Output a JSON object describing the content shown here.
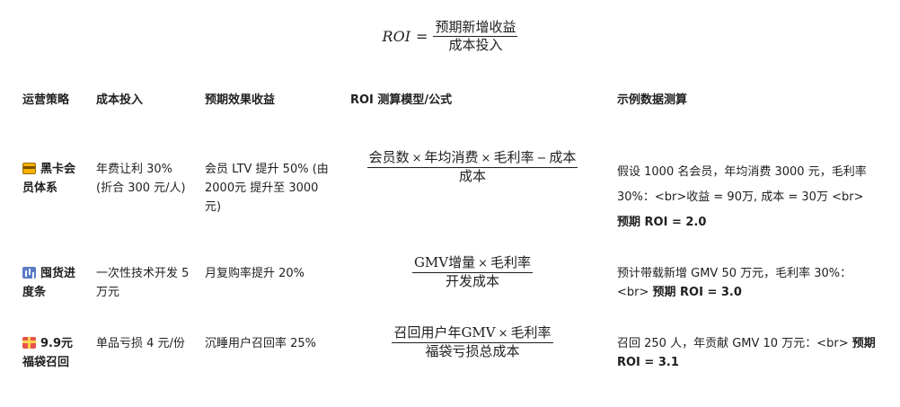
{
  "formula": {
    "lhs": "ROI",
    "eq": "=",
    "numerator": "预期新增收益",
    "denominator": "成本投入"
  },
  "table": {
    "headers": [
      "运营策略",
      "成本投入",
      "预期效果收益",
      "ROI 测算模型/公式",
      "示例数据测算"
    ],
    "rows": [
      {
        "icon": "credit-card-icon",
        "strategy": "黑卡会员体系",
        "cost": "年费让利 30% (折合 300 元/人)",
        "effect": "会员 LTV 提升 50% (由 2000元 提升至 3000元)",
        "formula_num": [
          "会员数",
          "×",
          "年均消费",
          "×",
          "毛利率",
          "−",
          "成本"
        ],
        "formula_den": "成本",
        "example_text": "假设 1000 名会员，年均消费 3000 元，毛利率 30%：<br>收益 = 90万, 成本 = 30万 <br> ",
        "example_bold": "预期 ROI = 2.0"
      },
      {
        "icon": "bar-chart-icon",
        "strategy": "囤货进度条",
        "cost": "一次性技术开发 5 万元",
        "effect": "月复购率提升 20%",
        "formula_num": [
          "GMV增量",
          "×",
          "毛利率"
        ],
        "formula_den": "开发成本",
        "example_text": "预计带载新增 GMV 50 万元，毛利率 30%：<br> ",
        "example_bold": "预期 ROI = 3.0"
      },
      {
        "icon": "gift-icon",
        "strategy": "9.9元福袋召回",
        "cost": "单品亏损 4 元/份",
        "effect": "沉睡用户召回率 25%",
        "formula_num": [
          "召回用户年GMV",
          "×",
          "毛利率"
        ],
        "formula_den": "福袋亏损总成本",
        "example_text": "召回 250 人，年贡献 GMV 10 万元：<br> ",
        "example_bold": "预期 ROI = 3.1"
      }
    ]
  }
}
